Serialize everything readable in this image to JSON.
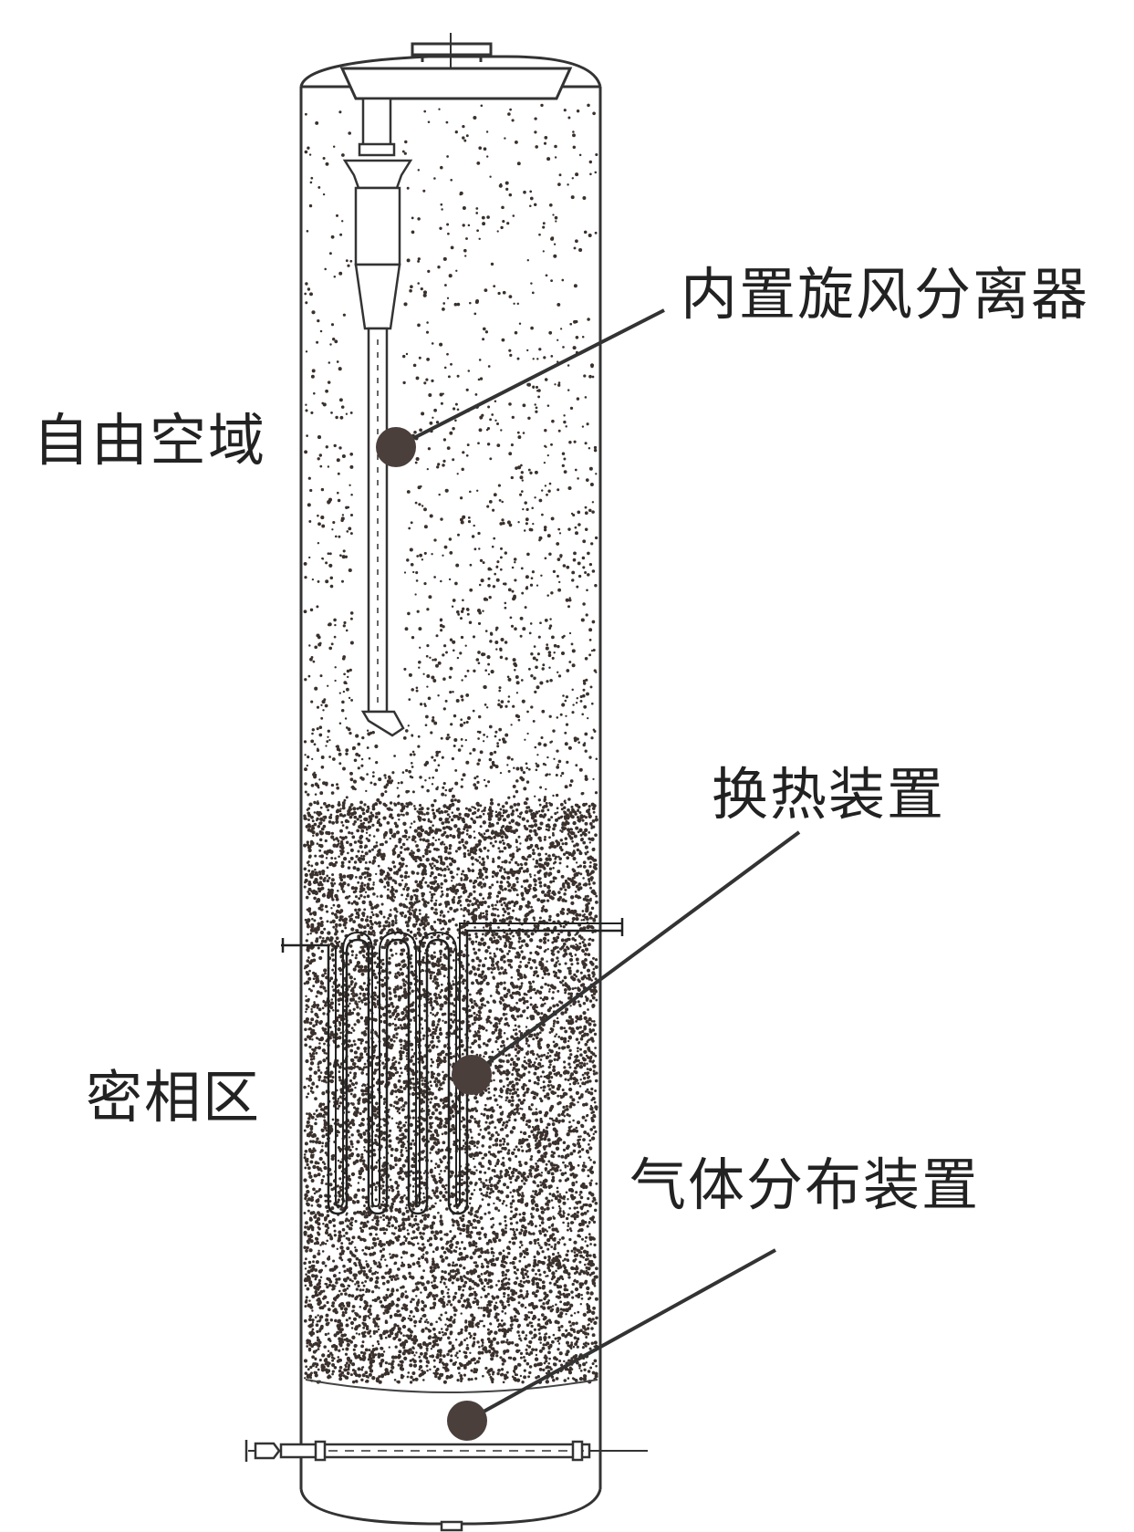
{
  "labels": {
    "freeboard": "自由空域",
    "dense_phase": "密相区",
    "cyclone": "内置旋风分离器",
    "heat_exchanger": "换热装置",
    "gas_distributor": "气体分布装置"
  },
  "colors": {
    "line": "#333333",
    "particle": "#3a302c",
    "marker": "#4a3f3b",
    "background": "#ffffff"
  }
}
